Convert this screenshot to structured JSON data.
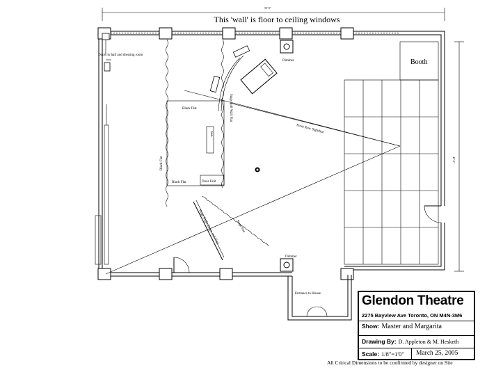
{
  "plan": {
    "top_dimension": "55'-0\"",
    "window_wall_note": "This 'wall' is floor to ceiling windows",
    "booth_label": "Booth",
    "right_dimension": "45'-6\"",
    "costume_label": "Doors to hall and dressing room",
    "dimmer_label": "Dimmer",
    "light_left_upper": "Black Flat",
    "light_left_lower": "Black Flat",
    "center_unit_label": "Door Unit",
    "flat_left_label": "Black Flat",
    "flat_right_label": "Stage Left Wall Flat",
    "platform_label": "Table",
    "sightline_label": "Front Row Sightline",
    "diag_flat_label": "Stage Flat",
    "diag_drape_label": "Stage Right Drape and Flats",
    "dimmer2_label": "Dimmer",
    "entry_label": "Entrance to House"
  },
  "title_block": {
    "theatre": "Glendon Theatre",
    "address": "2275 Bayview Ave Toronto, ON M4N-3M6",
    "show_label": "Show:",
    "show_value": "Master and Margarita",
    "drawing_label": "Drawing By:",
    "drawing_value": "D. Appleton & M. Hesketh",
    "scale_label": "Scale:",
    "scale_value": "1/8\"=1'0\"",
    "date": "March 25, 2005"
  },
  "footnote": "All Critical Dimensions to be confirmed by designer on Site"
}
